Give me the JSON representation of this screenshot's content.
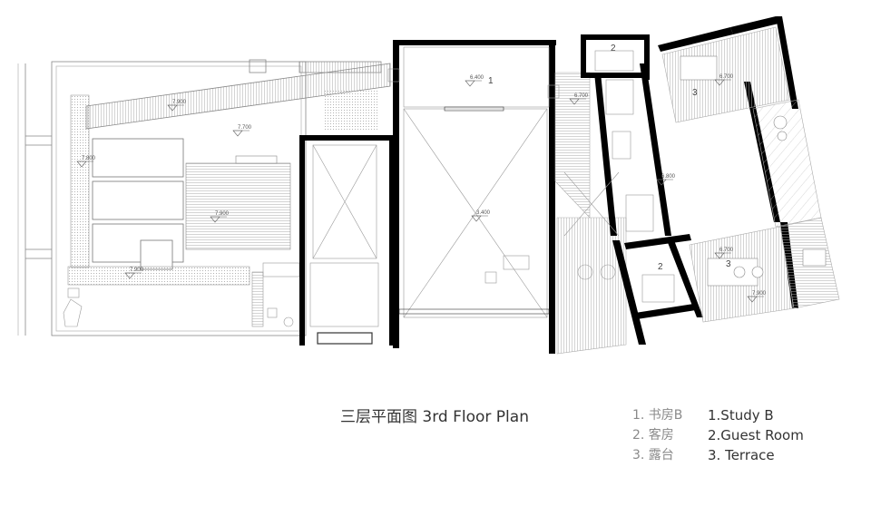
{
  "caption": {
    "chinese": "三层平面图",
    "english": "3rd Floor Plan"
  },
  "legend": {
    "chinese": [
      "1. 书房B",
      "2. 客房",
      "3. 露台"
    ],
    "english": [
      "1.Study B",
      "2.Guest Room",
      "3. Terrace"
    ]
  },
  "plan": {
    "elevations": [
      "7.900",
      "7.700",
      "7.800",
      "7.900",
      "7.900",
      "6.400",
      "3.400",
      "6.700",
      "6.800",
      "6.700",
      "6.700",
      "7.900"
    ],
    "room_numbers": [
      "1",
      "2",
      "2",
      "3",
      "3"
    ]
  }
}
